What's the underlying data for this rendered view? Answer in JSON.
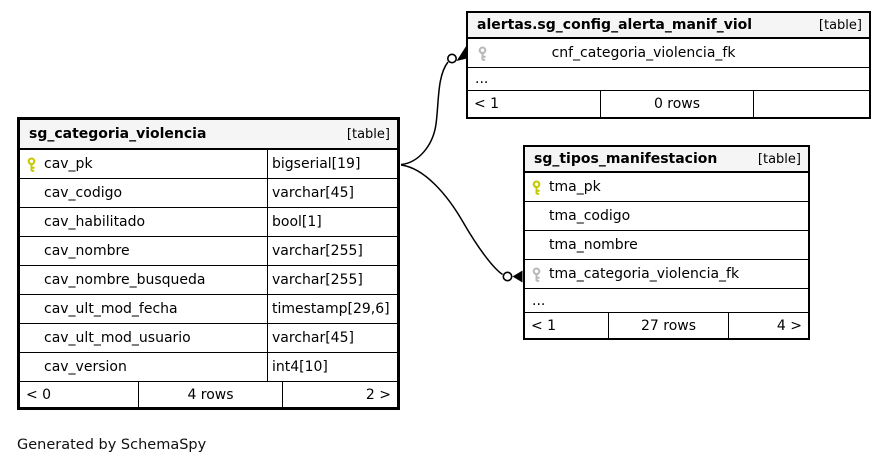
{
  "diagram": {
    "generator_note": "Generated by SchemaSpy",
    "colors": {
      "pk_key": "#c8c800",
      "fk_key": "#b9b9b9",
      "header_bg": "#f5f5f5",
      "line": "#000000"
    },
    "tables": [
      {
        "title": "sg_categoria_violencia",
        "tag": "[table]",
        "columns": [
          {
            "name": "cav_pk",
            "type": "bigserial[19]",
            "key": "pk"
          },
          {
            "name": "cav_codigo",
            "type": "varchar[45]",
            "key": ""
          },
          {
            "name": "cav_habilitado",
            "type": "bool[1]",
            "key": ""
          },
          {
            "name": "cav_nombre",
            "type": "varchar[255]",
            "key": ""
          },
          {
            "name": "cav_nombre_busqueda",
            "type": "varchar[255]",
            "key": ""
          },
          {
            "name": "cav_ult_mod_fecha",
            "type": "timestamp[29,6]",
            "key": ""
          },
          {
            "name": "cav_ult_mod_usuario",
            "type": "varchar[45]",
            "key": ""
          },
          {
            "name": "cav_version",
            "type": "int4[10]",
            "key": ""
          }
        ],
        "footer": {
          "left": "< 0",
          "center": "4 rows",
          "right": "2 >"
        }
      },
      {
        "title": "alertas.sg_config_alerta_manif_viol",
        "tag": "[table]",
        "columns": [
          {
            "name": "cnf_categoria_violencia_fk",
            "key": "fk"
          }
        ],
        "ellipsis": "...",
        "footer": {
          "left": "< 1",
          "center": "0 rows",
          "right": ""
        }
      },
      {
        "title": "sg_tipos_manifestacion",
        "tag": "[table]",
        "columns": [
          {
            "name": "tma_pk",
            "key": "pk"
          },
          {
            "name": "tma_codigo",
            "key": ""
          },
          {
            "name": "tma_nombre",
            "key": ""
          },
          {
            "name": "tma_categoria_violencia_fk",
            "key": "fk"
          }
        ],
        "ellipsis": "...",
        "footer": {
          "left": "< 1",
          "center": "27 rows",
          "right": "4 >"
        }
      }
    ],
    "relationships": [
      {
        "from": "sg_categoria_violencia.cav_pk",
        "to": "alertas.sg_config_alerta_manif_viol.cnf_categoria_violencia_fk"
      },
      {
        "from": "sg_categoria_violencia.cav_pk",
        "to": "sg_tipos_manifestacion.tma_categoria_violencia_fk"
      }
    ]
  }
}
